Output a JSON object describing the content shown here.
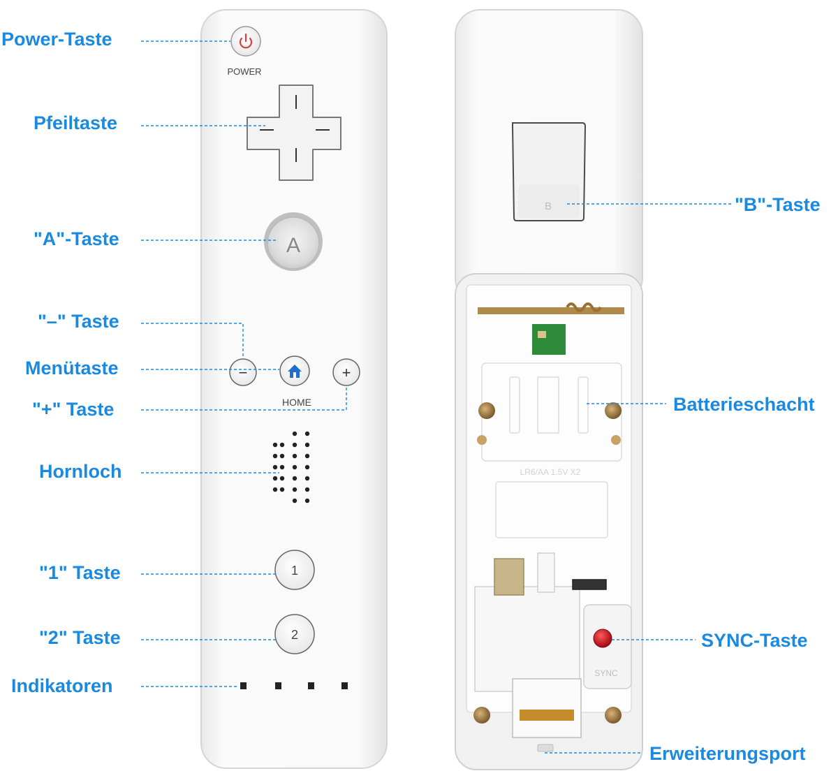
{
  "colors": {
    "label_blue": "#1a8ae0",
    "power_red": "#d8413a",
    "home_blue": "#1f6fd1",
    "sync_red": "#d81a26",
    "shell_white": "#f7f7f7"
  },
  "front_remote": {
    "power_caption": "POWER",
    "a_glyph": "A",
    "minus_glyph": "−",
    "plus_glyph": "+",
    "home_caption": "HOME",
    "one_glyph": "1",
    "two_glyph": "2",
    "icons": [
      "power-icon",
      "home-icon"
    ]
  },
  "back_remote": {
    "b_glyph": "B",
    "battery_marking": "LR6/AA 1.5V X2",
    "sync_caption": "SYNC"
  },
  "labels": {
    "power": "Power-Taste",
    "dpad": "Pfeiltaste",
    "a_button": "\"A\"-Taste",
    "minus": "\"–\" Taste",
    "menu": "Menütaste",
    "plus": "\"+\" Taste",
    "speaker": "Hornloch",
    "one": "\"1\" Taste",
    "two": "\"2\" Taste",
    "leds": "Indikatoren",
    "b_button": "\"B\"-Taste",
    "battery": "Batterieschacht",
    "sync": "SYNC-Taste",
    "expansion": "Erweiterungsport"
  }
}
